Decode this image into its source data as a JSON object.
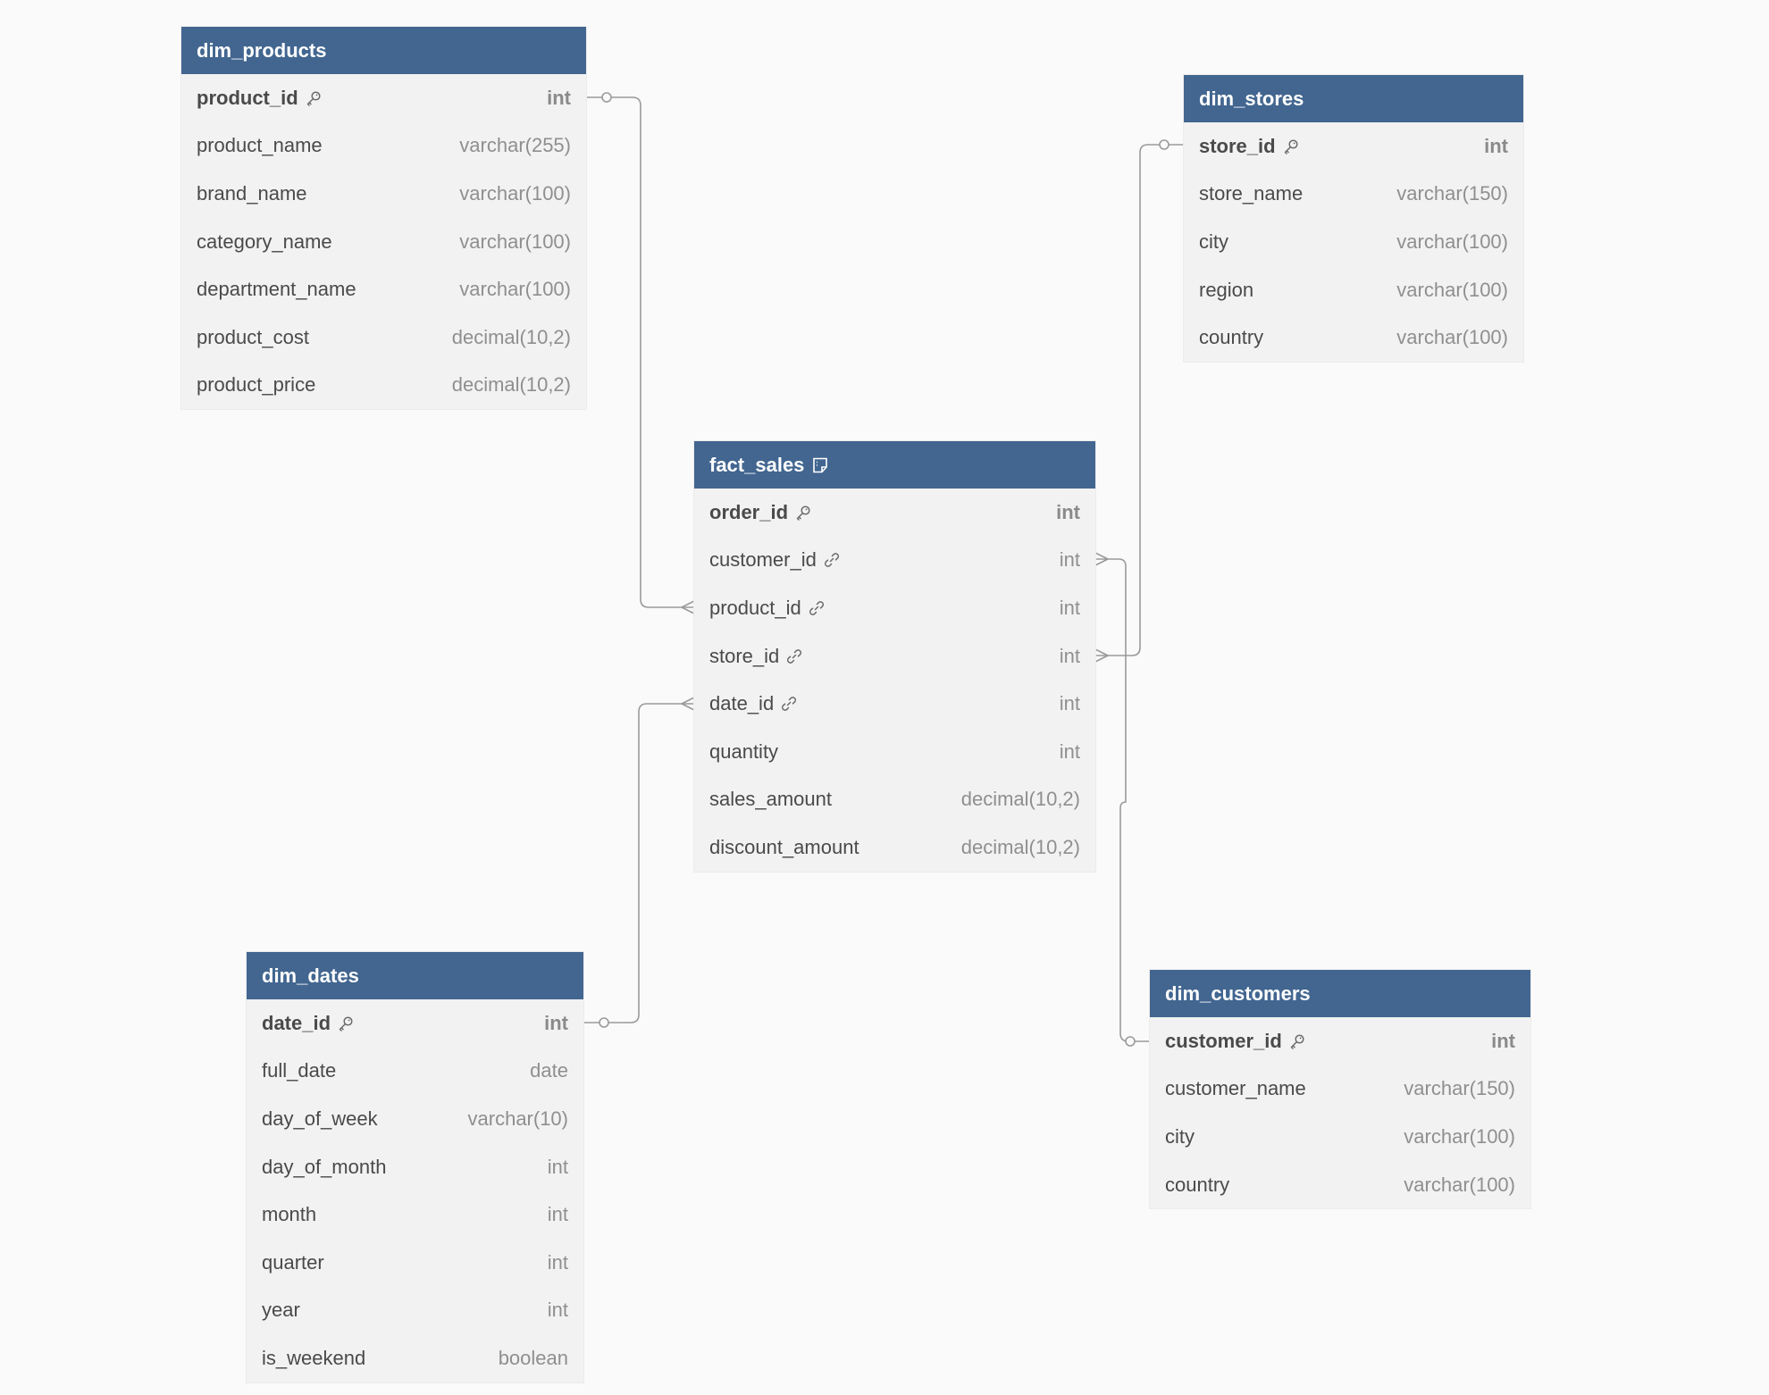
{
  "tables": {
    "dim_products": {
      "title": "dim_products",
      "columns": [
        {
          "name": "product_id",
          "type": "int",
          "key": "pk"
        },
        {
          "name": "product_name",
          "type": "varchar(255)"
        },
        {
          "name": "brand_name",
          "type": "varchar(100)"
        },
        {
          "name": "category_name",
          "type": "varchar(100)"
        },
        {
          "name": "department_name",
          "type": "varchar(100)"
        },
        {
          "name": "product_cost",
          "type": "decimal(10,2)"
        },
        {
          "name": "product_price",
          "type": "decimal(10,2)"
        }
      ]
    },
    "dim_stores": {
      "title": "dim_stores",
      "columns": [
        {
          "name": "store_id",
          "type": "int",
          "key": "pk"
        },
        {
          "name": "store_name",
          "type": "varchar(150)"
        },
        {
          "name": "city",
          "type": "varchar(100)"
        },
        {
          "name": "region",
          "type": "varchar(100)"
        },
        {
          "name": "country",
          "type": "varchar(100)"
        }
      ]
    },
    "fact_sales": {
      "title": "fact_sales",
      "has_note_icon": true,
      "columns": [
        {
          "name": "order_id",
          "type": "int",
          "key": "pk"
        },
        {
          "name": "customer_id",
          "type": "int",
          "key": "fk"
        },
        {
          "name": "product_id",
          "type": "int",
          "key": "fk"
        },
        {
          "name": "store_id",
          "type": "int",
          "key": "fk"
        },
        {
          "name": "date_id",
          "type": "int",
          "key": "fk"
        },
        {
          "name": "quantity",
          "type": "int"
        },
        {
          "name": "sales_amount",
          "type": "decimal(10,2)"
        },
        {
          "name": "discount_amount",
          "type": "decimal(10,2)"
        }
      ]
    },
    "dim_dates": {
      "title": "dim_dates",
      "columns": [
        {
          "name": "date_id",
          "type": "int",
          "key": "pk"
        },
        {
          "name": "full_date",
          "type": "date"
        },
        {
          "name": "day_of_week",
          "type": "varchar(10)"
        },
        {
          "name": "day_of_month",
          "type": "int"
        },
        {
          "name": "month",
          "type": "int"
        },
        {
          "name": "quarter",
          "type": "int"
        },
        {
          "name": "year",
          "type": "int"
        },
        {
          "name": "is_weekend",
          "type": "boolean"
        }
      ]
    },
    "dim_customers": {
      "title": "dim_customers",
      "columns": [
        {
          "name": "customer_id",
          "type": "int",
          "key": "pk"
        },
        {
          "name": "customer_name",
          "type": "varchar(150)"
        },
        {
          "name": "city",
          "type": "varchar(100)"
        },
        {
          "name": "country",
          "type": "varchar(100)"
        }
      ]
    }
  },
  "relationships": [
    {
      "from_table": "dim_products",
      "from_column": "product_id",
      "to_table": "fact_sales",
      "to_column": "product_id",
      "cardinality": "one-to-many"
    },
    {
      "from_table": "dim_stores",
      "from_column": "store_id",
      "to_table": "fact_sales",
      "to_column": "store_id",
      "cardinality": "one-to-many"
    },
    {
      "from_table": "dim_dates",
      "from_column": "date_id",
      "to_table": "fact_sales",
      "to_column": "date_id",
      "cardinality": "one-to-many"
    },
    {
      "from_table": "dim_customers",
      "from_column": "customer_id",
      "to_table": "fact_sales",
      "to_column": "customer_id",
      "cardinality": "one-to-many"
    }
  ],
  "colors": {
    "header_bg": "#426690",
    "header_text": "#ffffff",
    "body_bg": "#f2f2f2",
    "canvas_bg": "#fafafa",
    "connector": "#9a9a9a"
  }
}
